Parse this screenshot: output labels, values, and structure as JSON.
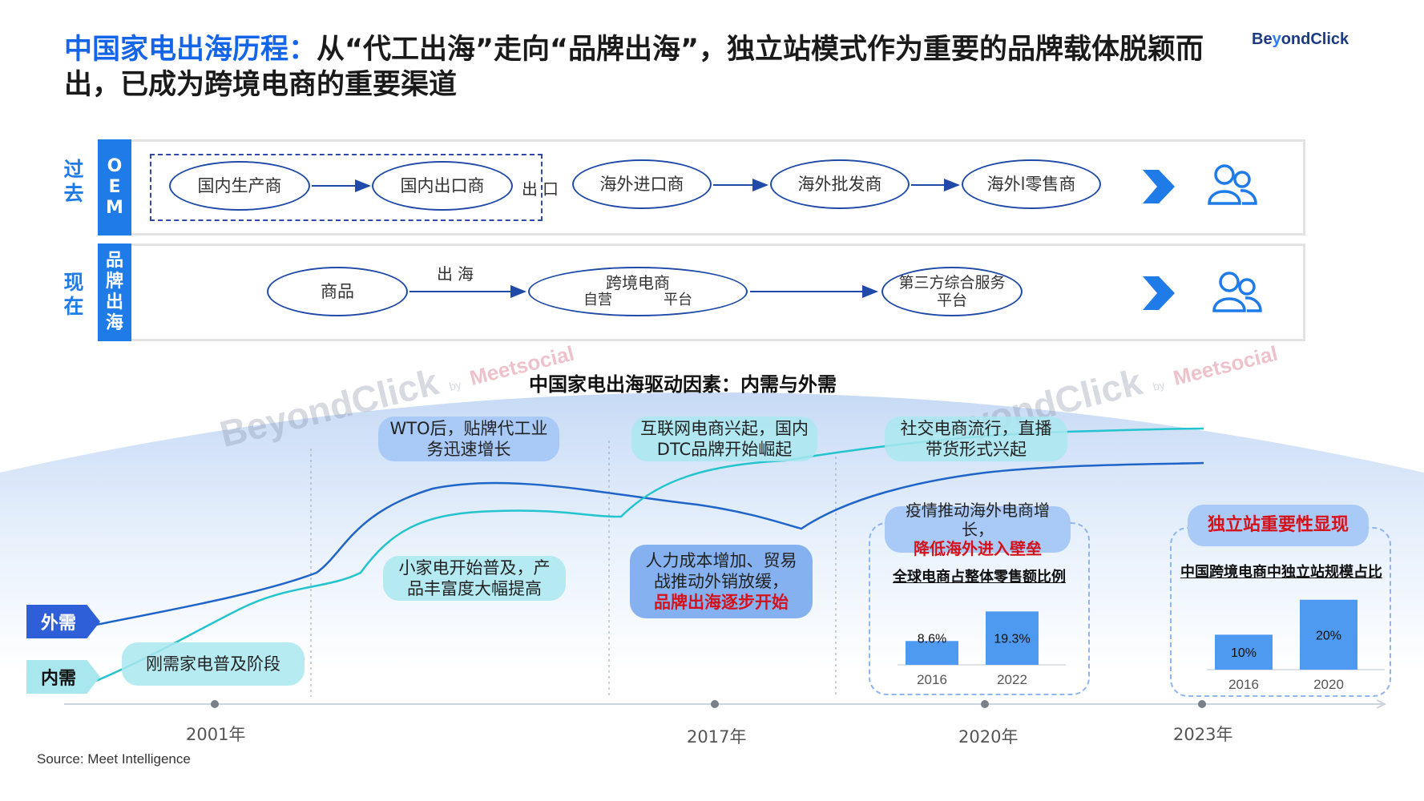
{
  "title": {
    "highlight": "中国家电出海历程：",
    "rest": "从“代工出海”走向“品牌出海”，独立站模式作为重要的品牌载体脱颖而出，已成为跨境电商的重要渠道"
  },
  "logo": {
    "pre": "Be",
    "y": "y",
    "post": "ondClick"
  },
  "past": {
    "row_label": "过去",
    "bar_label": [
      "O",
      "E",
      "M"
    ],
    "steps": [
      "国内生产商",
      "国内出口商",
      "海外进口商",
      "海外批发商",
      "海外l零售商"
    ],
    "between_label": "出口"
  },
  "present": {
    "row_label": "现在",
    "bar_label": [
      "品",
      "牌",
      "出",
      "海"
    ],
    "step1": "商品",
    "between_label": "出海",
    "step2": {
      "title": "跨境电商",
      "left": "自营",
      "right": "平台"
    },
    "step3": "第三方综合服务平台"
  },
  "drivers": {
    "title": "中国家电出海驱动因素：内需与外需",
    "series": {
      "external": "外需",
      "internal": "内需"
    },
    "notes": {
      "wto": "WTO后，贴牌代工业务迅速增长",
      "internet": "互联网电商兴起，国内DTC品牌开始崛起",
      "social": "社交电商流行，直播带货形式兴起",
      "small_appliance": "小家电开始普及，产品丰富度大幅提高",
      "labor_cost": "人力成本增加、贸易战推动外销放缓，",
      "labor_cost_red": "品牌出海逐步开始",
      "basic": "刚需家电普及阶段",
      "pandemic": "疫情推动海外电商增长，",
      "pandemic_red": "降低海外进入壁垒",
      "independent": "独立站重要性显现"
    },
    "years": [
      "2001年",
      "2017年",
      "2020年",
      "2023年"
    ]
  },
  "watermarks": {
    "brand": "BeyondClick",
    "by": "by",
    "ms": "Meetsocial"
  },
  "chart_data": [
    {
      "type": "bar",
      "title": "全球电商占整体零售额比例",
      "categories": [
        "2016",
        "2022"
      ],
      "values": [
        8.6,
        19.3
      ],
      "labels": [
        "8.6%",
        "19.3%"
      ],
      "ylim": [
        0,
        22
      ]
    },
    {
      "type": "bar",
      "title": "中国跨境电商中独立站规模占比",
      "categories": [
        "2016",
        "2020"
      ],
      "values": [
        10,
        20
      ],
      "labels": [
        "10%",
        "20%"
      ],
      "ylim": [
        0,
        22
      ]
    }
  ],
  "colors": {
    "accent": "#1e7be8",
    "external": "#1f64c8",
    "internal": "#24c4cf",
    "red": "#d4121a"
  },
  "source": "Source: Meet Intelligence"
}
